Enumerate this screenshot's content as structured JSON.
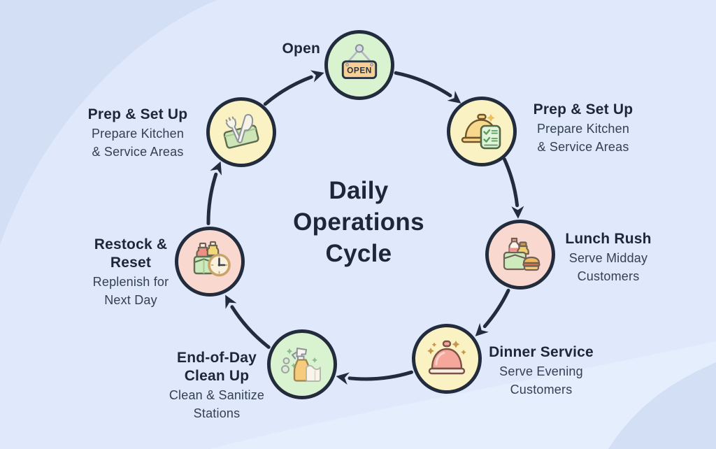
{
  "title": "Daily\nOperations\nCycle",
  "diagram_type": "cycle",
  "open_sign_text": "OPEN",
  "nodes": [
    {
      "id": "open",
      "icon": "open-sign-icon",
      "fill": "#d9f2cf",
      "label": "Open",
      "sublabel": ""
    },
    {
      "id": "prep-set-up-morning",
      "icon": "cloche-checklist-icon",
      "fill": "#fbf2c4",
      "label": "Prep & Set Up",
      "sublabel": "Prepare Kitchen\n& Service Areas"
    },
    {
      "id": "lunch-rush",
      "icon": "lunch-food-icon",
      "fill": "#f9d8d0",
      "label": "Lunch Rush",
      "sublabel": "Serve Midday\nCustomers"
    },
    {
      "id": "dinner-service",
      "icon": "dinner-cloche-icon",
      "fill": "#fbf2c4",
      "label": "Dinner Service",
      "sublabel": "Serve Evening\nCustomers"
    },
    {
      "id": "end-of-day-clean-up",
      "icon": "cleaning-spray-icon",
      "fill": "#d9f2cf",
      "label": "End-of-Day\nClean Up",
      "sublabel": "Clean & Sanitize\nStations"
    },
    {
      "id": "restock-reset",
      "icon": "restock-clock-icon",
      "fill": "#f9d8d0",
      "label": "Restock &\nReset",
      "sublabel": "Replenish for\nNext Day"
    },
    {
      "id": "prep-set-up-evening",
      "icon": "cutlery-napkin-icon",
      "fill": "#fbf2c4",
      "label": "Prep & Set Up",
      "sublabel": "Prepare Kitchen\n& Service Areas"
    }
  ],
  "colors": {
    "background": "#dfe9fb",
    "background_shade": "#d2dff5",
    "background_light": "#e5eefc",
    "outline": "#222c3c",
    "heading_text": "#1d2737",
    "body_text": "#333f54",
    "node_green": "#d9f2cf",
    "node_yellow": "#fbf2c4",
    "node_pink": "#f9d8d0"
  }
}
